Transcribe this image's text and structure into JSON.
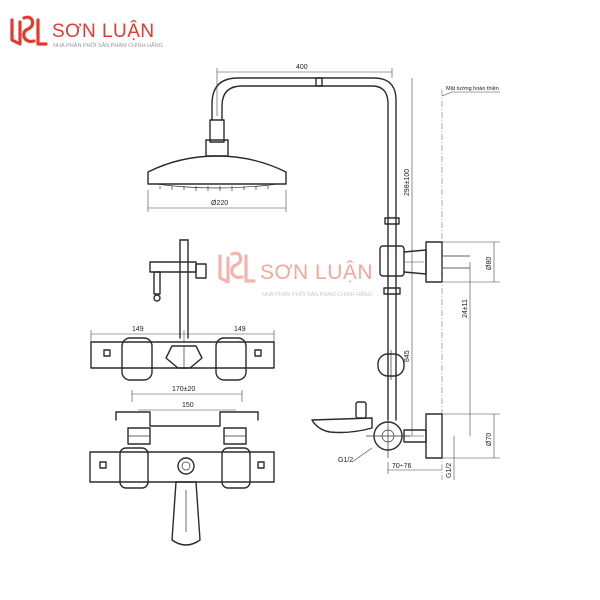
{
  "logo": {
    "brand": "SƠN LUẬN",
    "tagline": "NHÀ PHÂN PHỐI SẢN PHẨM CHÍNH HÃNG",
    "brand_color": "#e23b2e"
  },
  "watermark": {
    "brand": "SƠN LUẬN",
    "tagline": "NHÀ PHÂN PHỐI SẢN PHẨM CHÍNH HÃNG"
  },
  "annotations": {
    "wall_label": "Mặt tường hoàn thiện"
  },
  "dimensions": {
    "arm_length": "400",
    "head_diameter": "Ø220",
    "riser_adjust": "298±100",
    "bracket_diameter": "Ø80",
    "bracket_offset": "24±11",
    "riser_height": "845",
    "body_left": "149",
    "body_right": "149",
    "inlet_spacing": "170±20",
    "inlet_center": "150",
    "inlet_thread_left": "G1/2",
    "inlet_thread_right": "G1/2",
    "spout_offset": "70÷76",
    "flange_diameter": "Ø70"
  }
}
